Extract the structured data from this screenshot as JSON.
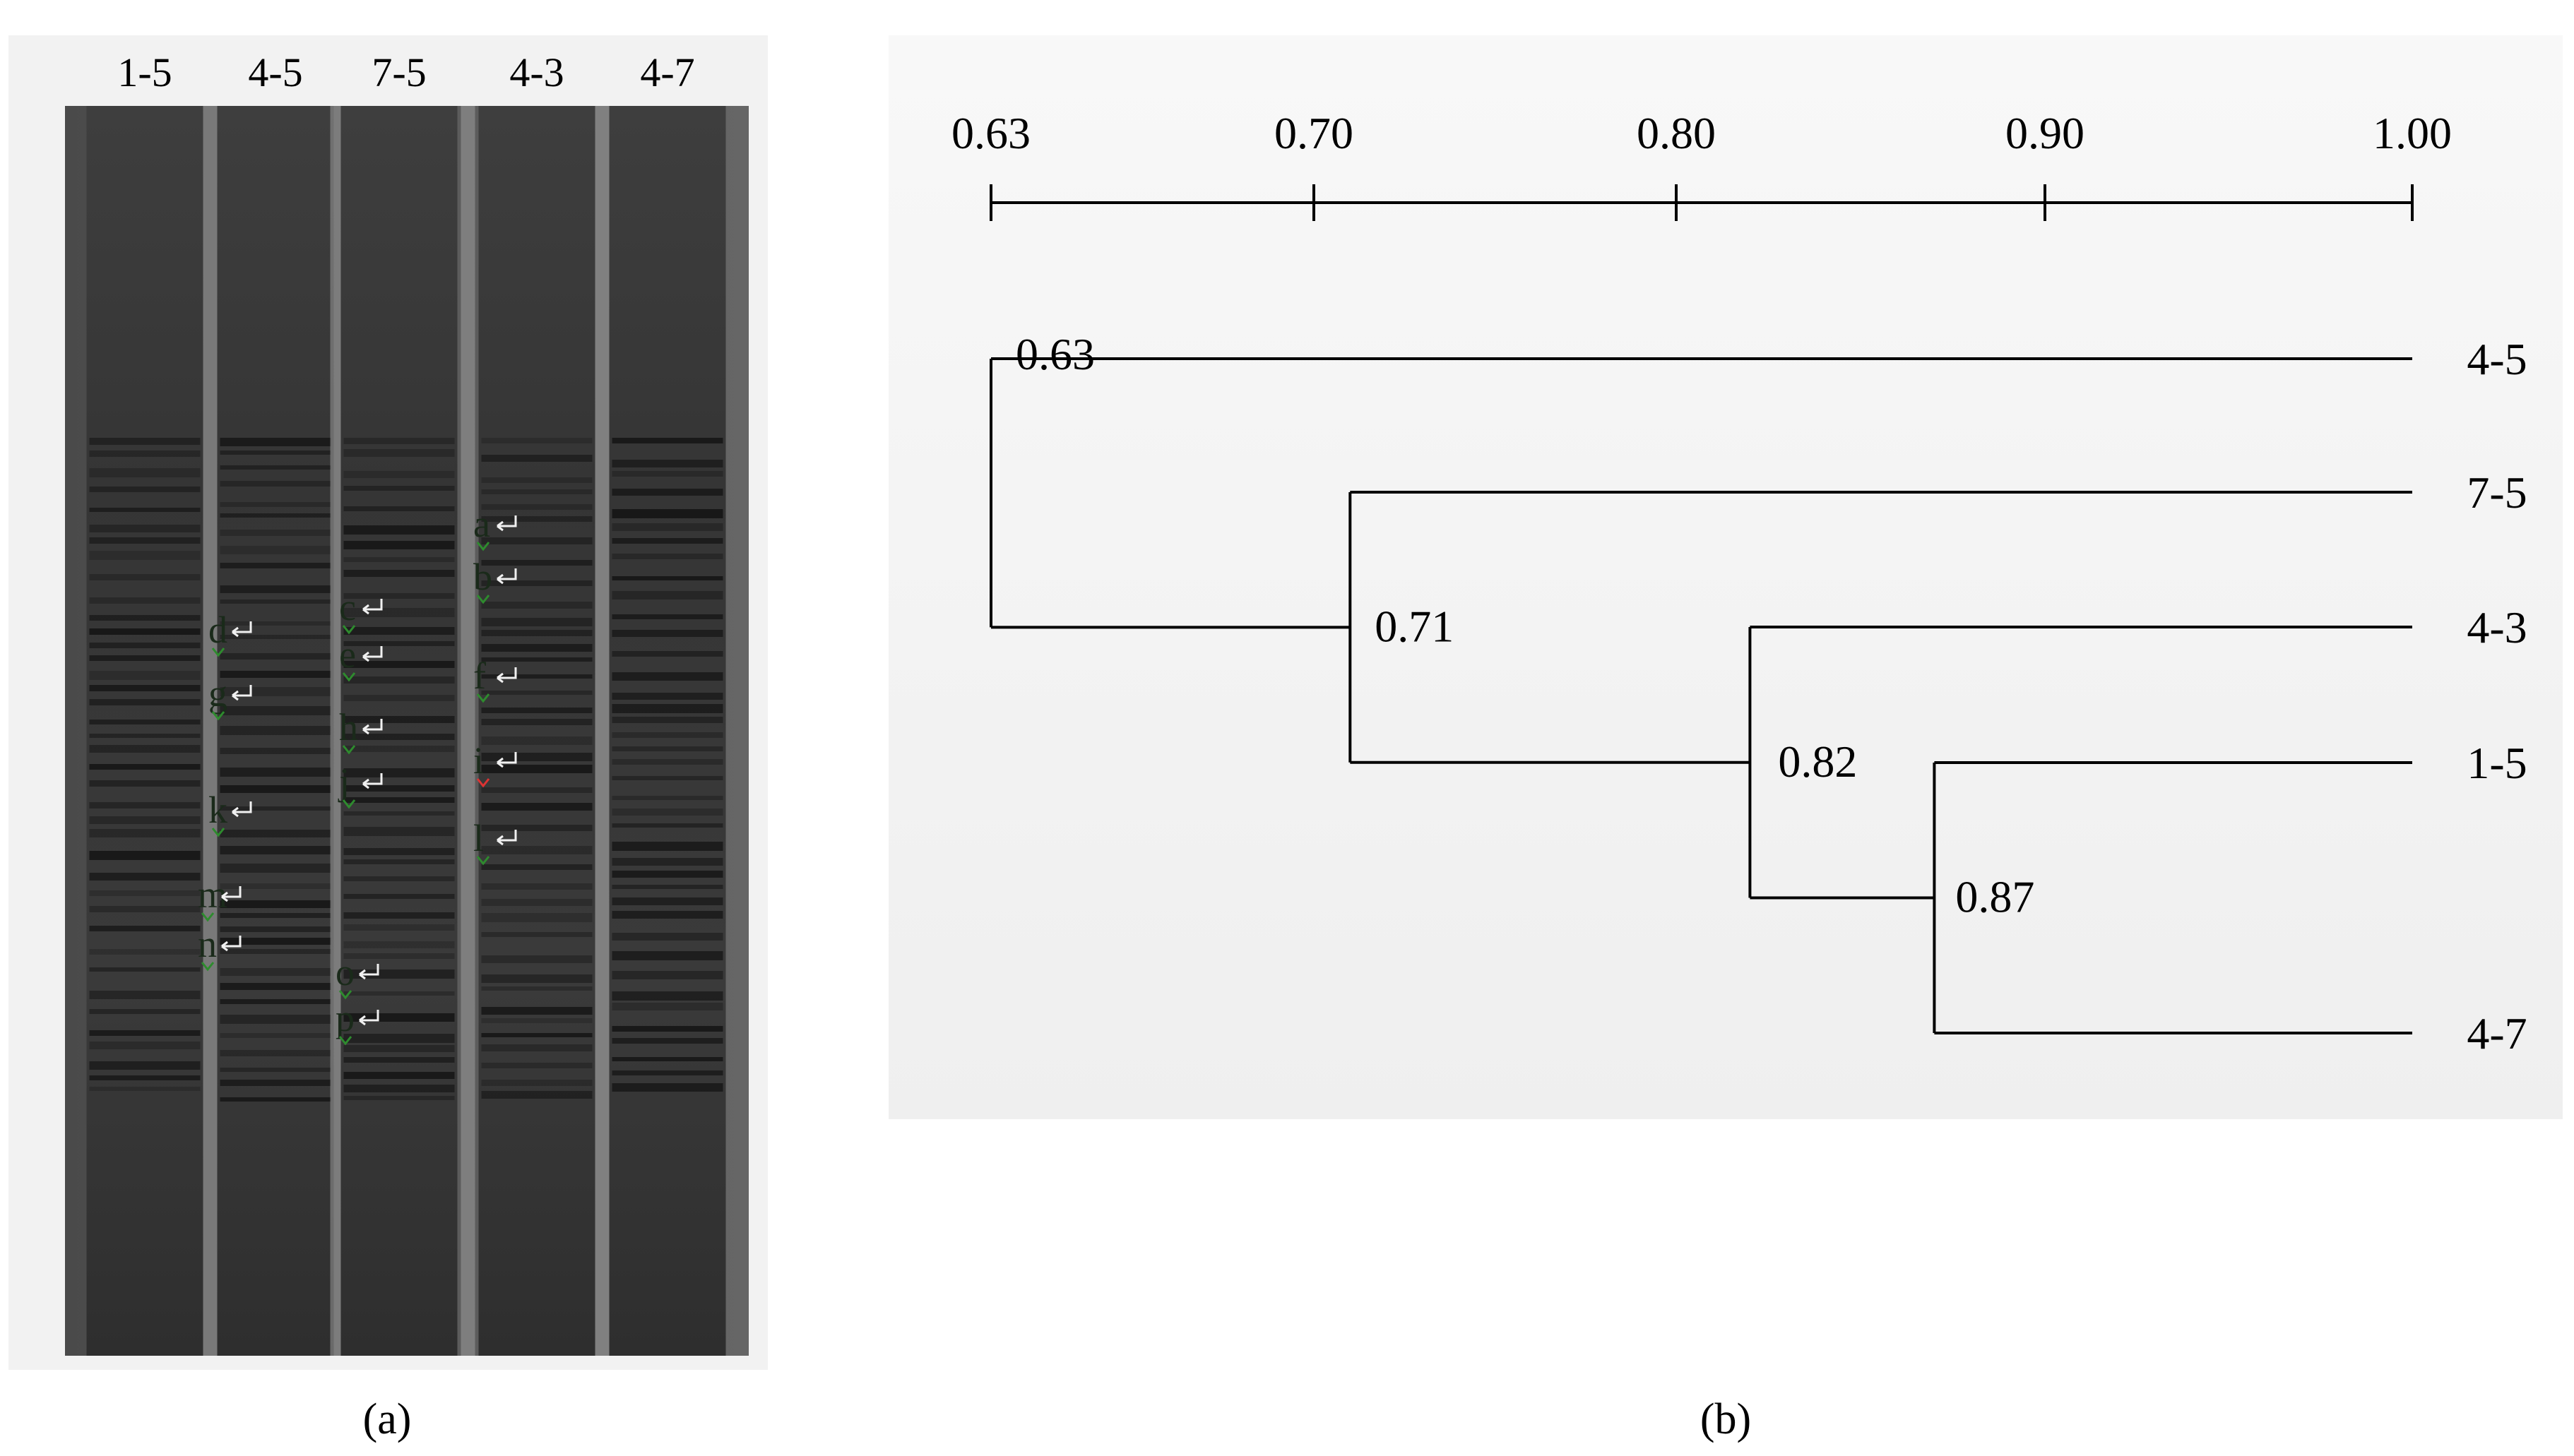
{
  "panel_a": {
    "caption": "(a)",
    "lanes": [
      "1-5",
      "4-5",
      "7-5",
      "4-3",
      "4-7"
    ],
    "band_labels": [
      {
        "label": "a",
        "lane": "4-3"
      },
      {
        "label": "b",
        "lane": "4-3"
      },
      {
        "label": "c",
        "lane": "7-5"
      },
      {
        "label": "d",
        "lane": "4-5"
      },
      {
        "label": "e",
        "lane": "7-5"
      },
      {
        "label": "f",
        "lane": "4-3"
      },
      {
        "label": "g",
        "lane": "4-5"
      },
      {
        "label": "h",
        "lane": "7-5"
      },
      {
        "label": "i",
        "lane": "4-3"
      },
      {
        "label": "j",
        "lane": "7-5"
      },
      {
        "label": "k",
        "lane": "4-5"
      },
      {
        "label": "l",
        "lane": "4-3"
      },
      {
        "label": "m",
        "lane": "4-5"
      },
      {
        "label": "n",
        "lane": "4-5"
      },
      {
        "label": "o",
        "lane": "7-5"
      },
      {
        "label": "p",
        "lane": "7-5"
      }
    ]
  },
  "panel_b": {
    "caption": "(b)",
    "scale_ticks": [
      "0.63",
      "0.70",
      "0.80",
      "0.90",
      "1.00"
    ],
    "leaves": [
      "4-5",
      "7-5",
      "4-3",
      "1-5",
      "4-7"
    ],
    "nodes": [
      {
        "label": "0.87",
        "similarity": 0.87,
        "joins": [
          "1-5",
          "4-7"
        ]
      },
      {
        "label": "0.82",
        "similarity": 0.82,
        "joins": [
          "4-3",
          "node-0.87"
        ]
      },
      {
        "label": "0.71",
        "similarity": 0.71,
        "joins": [
          "7-5",
          "node-0.82"
        ]
      },
      {
        "label": "0.63",
        "similarity": 0.63,
        "joins": [
          "4-5",
          "node-0.71"
        ]
      }
    ]
  }
}
